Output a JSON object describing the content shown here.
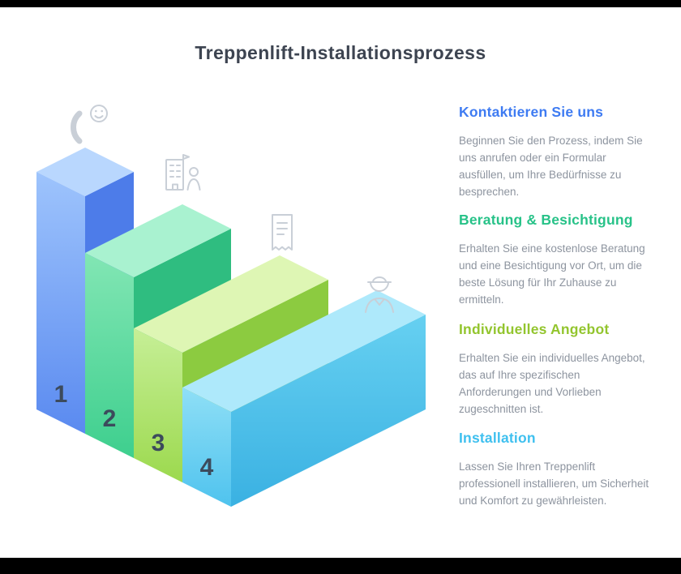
{
  "page": {
    "title": "Treppenlift-Installationsprozess",
    "title_color": "#3d4451",
    "background": "#ffffff",
    "letterbox_color": "#000000",
    "body_text_color": "#8d949f",
    "icon_color": "#c9cfd7",
    "number_color": "#3c4a5c"
  },
  "steps": [
    {
      "number": "1",
      "heading": "Kontaktieren Sie uns",
      "heading_color": "#3e7bf2",
      "description": "Beginnen Sie den Prozess, indem Sie uns anrufen oder ein Formular ausfüllen, um Ihre Bedürfnisse zu besprechen.",
      "icon": "phone-smiley-icon",
      "colors": {
        "top": "#b9d7fe",
        "front_light": "#9ec4fc",
        "front_dark": "#5a8af0",
        "side": "#4d7ce9"
      }
    },
    {
      "number": "2",
      "heading": "Beratung & Besichtigung",
      "heading_color": "#27c288",
      "description": "Erhalten Sie eine kostenlose Beratung und eine Besichtigung vor Ort, um die beste Lösung für Ihr Zuhause zu ermitteln.",
      "icon": "building-person-icon",
      "colors": {
        "top": "#a9f2d0",
        "front_light": "#82e6b4",
        "front_dark": "#3ecf8e",
        "side": "#2fbd80"
      }
    },
    {
      "number": "3",
      "heading": "Individuelles Angebot",
      "heading_color": "#93c52e",
      "description": "Erhalten Sie ein individuelles Angebot, das auf Ihre spezifischen Anforderungen und Vorlieben zugeschnitten ist.",
      "icon": "document-icon",
      "colors": {
        "top": "#def6b4",
        "front_light": "#c6ef97",
        "front_dark": "#9cd94e",
        "side": "#8ccb40"
      }
    },
    {
      "number": "4",
      "heading": "Installation",
      "heading_color": "#3fc0ef",
      "description": "Lassen Sie Ihren Treppenlift professionell installieren, um Sicherheit und Komfort zu gewährleisten.",
      "icon": "technician-icon",
      "colors": {
        "top": "#aee9fb",
        "front_light": "#8fdff6",
        "front_dark": "#4fc3ee",
        "side_light": "#66d0f1",
        "side_dark": "#3ab1e2"
      }
    }
  ]
}
